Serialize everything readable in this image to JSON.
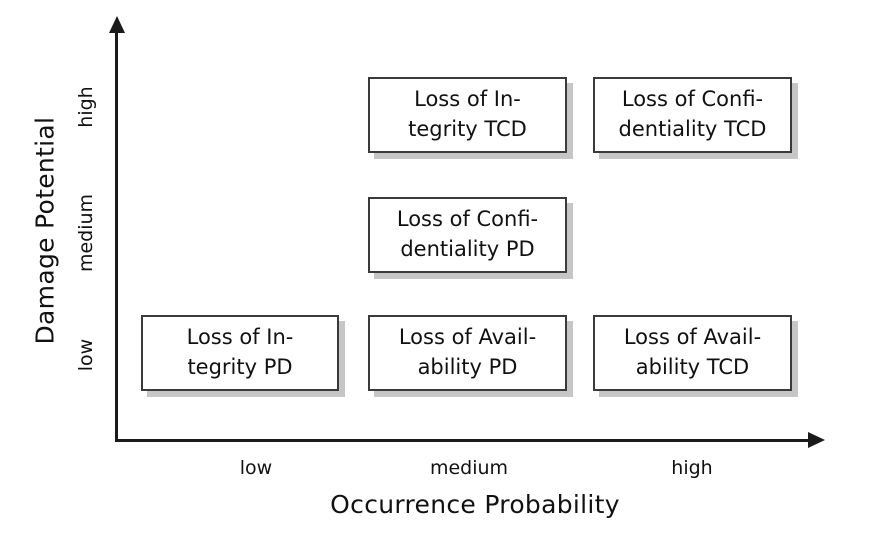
{
  "chart_data": {
    "type": "table",
    "title": "",
    "xlabel": "Occurrence Probability",
    "ylabel": "Damage Potential",
    "x_categories": [
      "low",
      "medium",
      "high"
    ],
    "y_categories": [
      "low",
      "medium",
      "high"
    ],
    "grid": false,
    "legend": "none",
    "cells": [
      {
        "x": "medium",
        "y": "high",
        "label": "Loss of Integrity TCD",
        "lines": [
          "Loss of In-",
          "tegrity TCD"
        ]
      },
      {
        "x": "high",
        "y": "high",
        "label": "Loss of Confidentiality TCD",
        "lines": [
          "Loss of Confi-",
          "dentiality TCD"
        ]
      },
      {
        "x": "medium",
        "y": "medium",
        "label": "Loss of Confidentiality PD",
        "lines": [
          "Loss of Confi-",
          "dentiality PD"
        ]
      },
      {
        "x": "low",
        "y": "low",
        "label": "Loss of Integrity PD",
        "lines": [
          "Loss of In-",
          "tegrity PD"
        ]
      },
      {
        "x": "medium",
        "y": "low",
        "label": "Loss of Availability PD",
        "lines": [
          "Loss of Avail-",
          "ability PD"
        ]
      },
      {
        "x": "high",
        "y": "low",
        "label": "Loss of Availability TCD",
        "lines": [
          "Loss of Avail-",
          "ability TCD"
        ]
      }
    ]
  },
  "axes": {
    "y_title": "Damage Potential",
    "x_title": "Occurrence Probability",
    "y_ticks": {
      "high": "high",
      "medium": "medium",
      "low": "low"
    },
    "x_ticks": {
      "low": "low",
      "medium": "medium",
      "high": "high"
    }
  },
  "colors": {
    "box_border": "#3a3a3a",
    "box_fill": "#ffffff",
    "box_shadow": "#c6c6c6",
    "axis": "#1a1a1a",
    "text": "#111111",
    "background": "#ffffff"
  }
}
